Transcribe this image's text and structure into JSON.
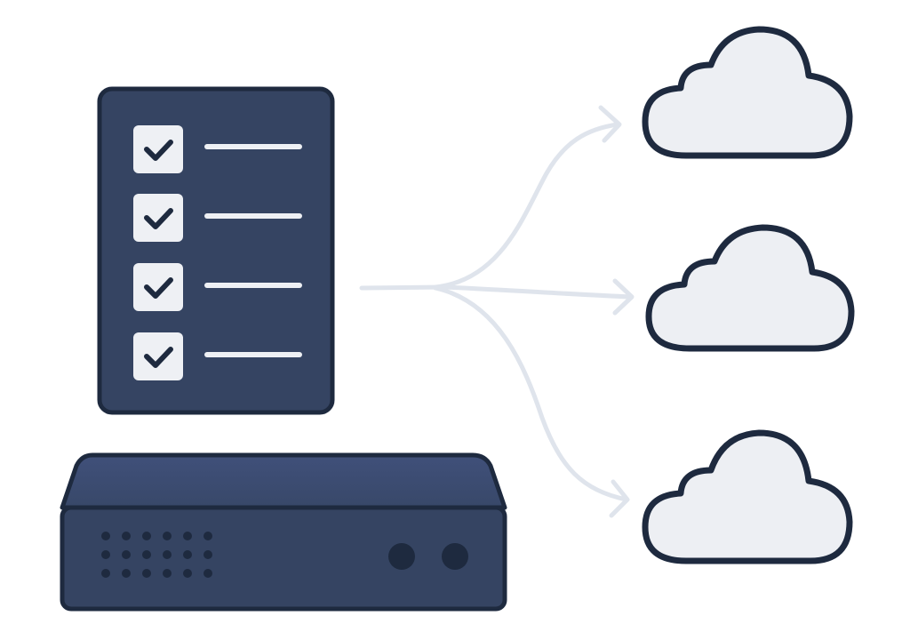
{
  "diagram": {
    "type": "flow",
    "description_visible_text": "",
    "nodes": [
      {
        "id": "checklist",
        "icon": "checklist-icon",
        "checked_items": 4
      },
      {
        "id": "network-device",
        "icon": "network-switch-icon",
        "indicator_dots": 18,
        "ports": 2
      },
      {
        "id": "cloud-1",
        "icon": "cloud-icon"
      },
      {
        "id": "cloud-2",
        "icon": "cloud-icon"
      },
      {
        "id": "cloud-3",
        "icon": "cloud-icon"
      }
    ],
    "edges": [
      {
        "from": "checklist",
        "to": "cloud-1"
      },
      {
        "from": "checklist",
        "to": "cloud-2"
      },
      {
        "from": "checklist",
        "to": "cloud-3"
      }
    ]
  },
  "colors": {
    "navy": "#354462",
    "outline": "#1e2a3f",
    "cloud_fill": "#edeff3",
    "check_box": "#eef0f4",
    "arrow": "#dfe4ec",
    "background": "#ffffff"
  }
}
